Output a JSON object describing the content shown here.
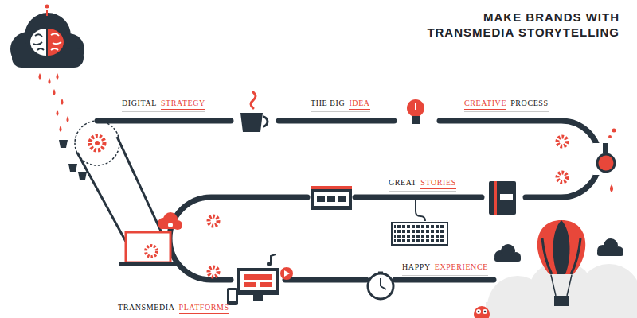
{
  "diagram": {
    "title": "MAKE BRANDS WITH TRANSMEDIA STORYTELLING",
    "labels": [
      "DIGITAL",
      "STRATEGY",
      "THE BIG",
      "IDEA",
      "CREATIVE",
      "PROCESS",
      "GREAT",
      "STORIES",
      "TRANSMEDIA",
      "PLATFORMS",
      "HAPPY",
      "EXPERIENCE"
    ]
  }
}
